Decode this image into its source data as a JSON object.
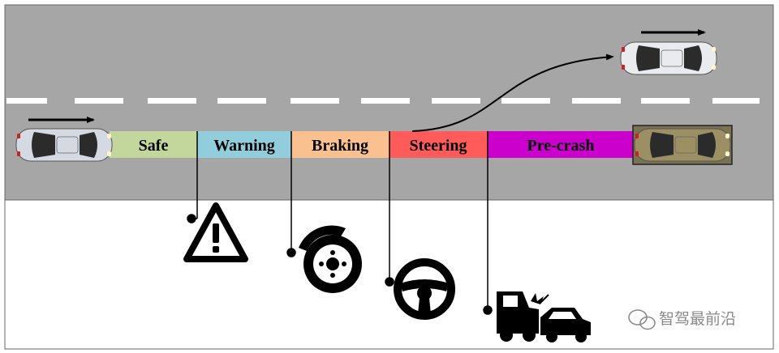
{
  "zones": [
    {
      "label": "Safe",
      "color": "#c3d69b"
    },
    {
      "label": "Warning",
      "color": "#92cddc"
    },
    {
      "label": "Braking",
      "color": "#fac090"
    },
    {
      "label": "Steering",
      "color": "#ff5b5b"
    },
    {
      "label": "Pre-crash",
      "color": "#cc00cc"
    }
  ],
  "icons": [
    "warning-triangle-icon",
    "brake-disc-icon",
    "steering-wheel-icon",
    "car-crash-icon"
  ],
  "road": {
    "color": "#a6a6a6",
    "lane_marking": "#ffffff"
  },
  "cars": [
    "ego-car",
    "lead-car",
    "evaded-car"
  ],
  "watermark": {
    "text": "智驾最前沿"
  }
}
